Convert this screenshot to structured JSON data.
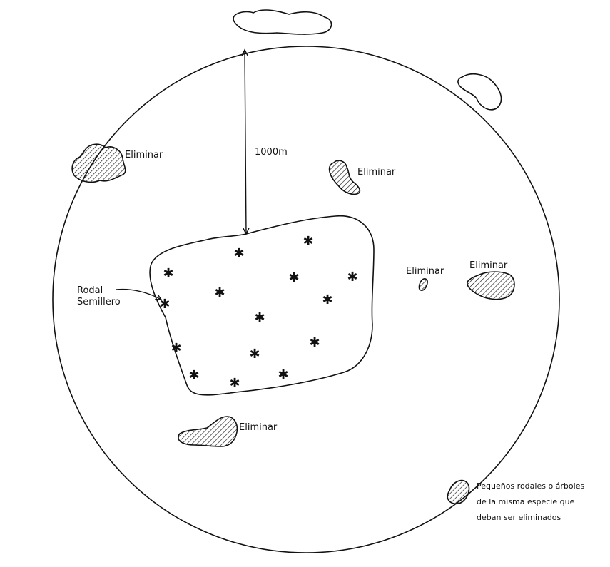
{
  "labels": {
    "distance": "1000m",
    "seed_stand": [
      "Rodal",
      "Semillero"
    ],
    "eliminate": "Eliminar"
  },
  "legend": {
    "lines": [
      "Pequeños rodales o árboles",
      "de la misma especie que",
      "deban ser eliminados"
    ]
  },
  "seed_tree_symbol": "✱",
  "colors": {
    "ink": "#111111",
    "background": "#ffffff"
  }
}
